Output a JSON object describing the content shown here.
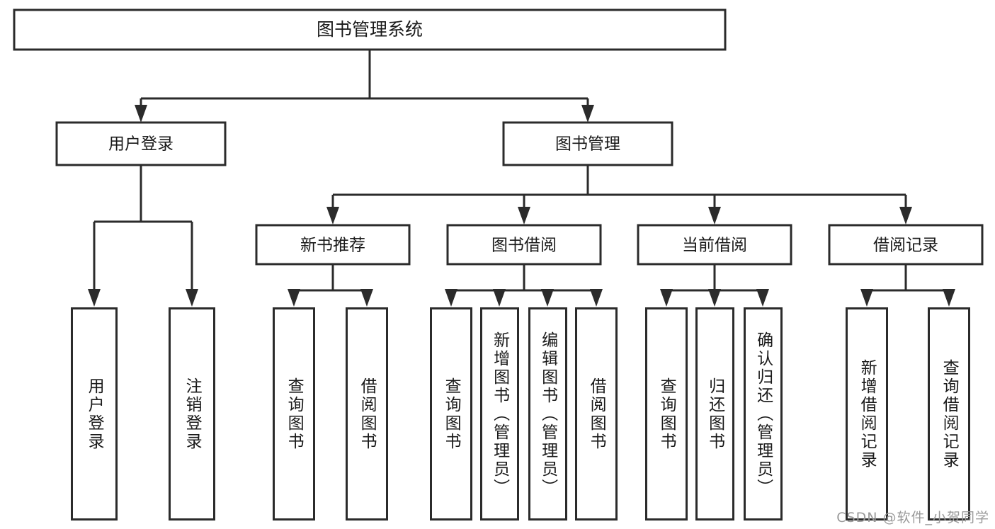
{
  "diagram": {
    "type": "tree-hierarchy",
    "title": "图书管理系统",
    "levels": 4,
    "root": {
      "label": "图书管理系统"
    },
    "level2": [
      {
        "label": "用户登录"
      },
      {
        "label": "图书管理"
      }
    ],
    "level3": [
      {
        "label": "新书推荐",
        "parent": "图书管理"
      },
      {
        "label": "图书借阅",
        "parent": "图书管理"
      },
      {
        "label": "当前借阅",
        "parent": "图书管理"
      },
      {
        "label": "借阅记录",
        "parent": "图书管理"
      }
    ],
    "leaves": {
      "user_login": [
        {
          "label": "用户登录"
        },
        {
          "label": "注销登录"
        }
      ],
      "new_book_recommend": [
        {
          "label": "查询图书"
        },
        {
          "label": "借阅图书"
        }
      ],
      "book_borrow": [
        {
          "label": "查询图书"
        },
        {
          "label": "新增图书（管理员）"
        },
        {
          "label": "编辑图书（管理员）"
        },
        {
          "label": "借阅图书"
        }
      ],
      "current_borrow": [
        {
          "label": "查询图书"
        },
        {
          "label": "归还图书"
        },
        {
          "label": "确认归还（管理员）"
        }
      ],
      "borrow_record": [
        {
          "label": "新增借阅记录"
        },
        {
          "label": "查询借阅记录"
        }
      ]
    }
  },
  "watermark": {
    "text": "CSDN @软件_小贺同学"
  },
  "colors": {
    "stroke": "#2b2b2b",
    "fill": "#ffffff",
    "text": "#1a1a1a",
    "watermark": "#9a9a9a"
  }
}
